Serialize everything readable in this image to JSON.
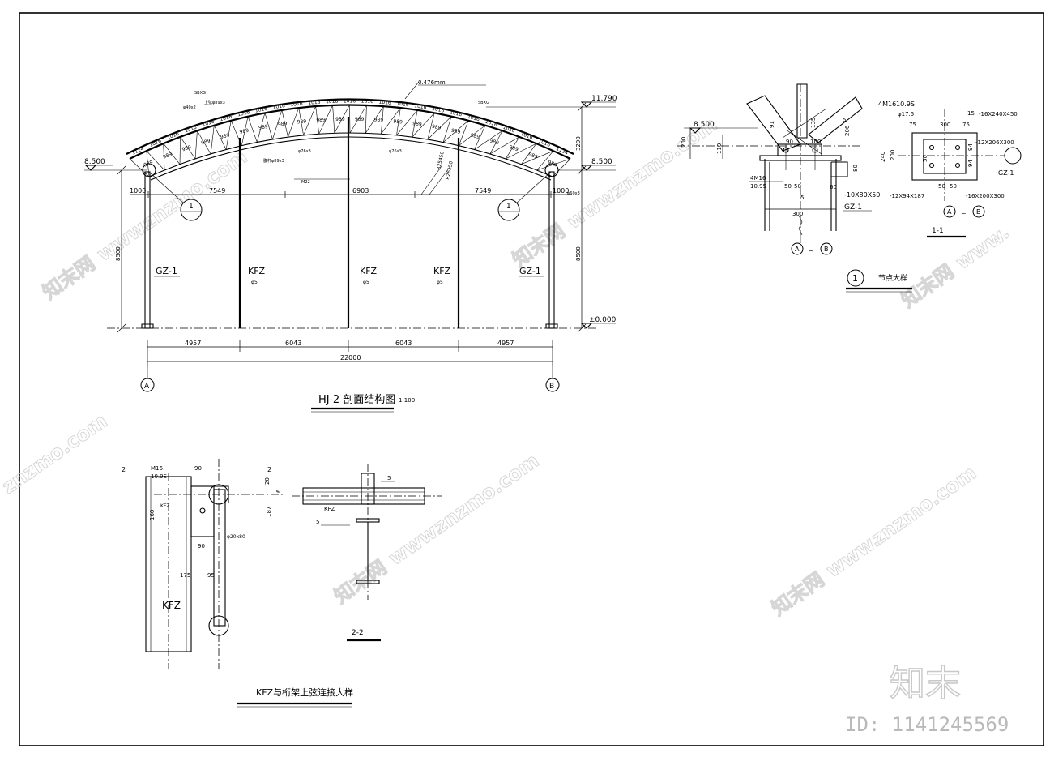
{
  "main_view": {
    "title": "HJ-2 剖面结构图",
    "scale": "1:100",
    "elev_top": "11.790",
    "elev_eave_left": "8.500",
    "elev_eave_right": "8.500",
    "elev_ground": "±0.000",
    "height_dim": "8500",
    "height_dim_right": "8500",
    "rise_dim": "3290",
    "sheeting_note": "0.476mm",
    "top_chord_panels_left": [
      "1124",
      "1016",
      "1016",
      "1016",
      "1016",
      "1016",
      "1016",
      "1016",
      "1016",
      "1016",
      "1016",
      "1016",
      "1016"
    ],
    "top_chord_panels_right": [
      "1016",
      "1016",
      "1016",
      "1016",
      "1016",
      "1016",
      "1016",
      "1016",
      "1016",
      "1016",
      "1016",
      "1124"
    ],
    "bottom_chord_panels_left": [
      "989",
      "989",
      "989",
      "989",
      "989",
      "989",
      "989",
      "989",
      "989",
      "989",
      "989"
    ],
    "bottom_chord_panels_right": [
      "989",
      "989",
      "989",
      "989",
      "989",
      "989",
      "989",
      "989",
      "989",
      "989",
      "989"
    ],
    "radius_labels": [
      "R25450",
      "R26150"
    ],
    "member_labels": [
      "上弦φ89x3",
      "φ40x2",
      "腹杆φ89x3",
      "φ76x3",
      "φ60x3",
      "M22",
      "SBXG",
      "SBXG"
    ],
    "truss_spans": [
      "1000",
      "7549",
      "6903",
      "7549",
      "1000"
    ],
    "bays": [
      "4957",
      "6043",
      "6043",
      "4957"
    ],
    "overall": "22000",
    "columns": [
      "GZ-1",
      "KFZ",
      "KFZ",
      "KFZ",
      "GZ-1"
    ],
    "column_notes": [
      "φ5",
      "φ5",
      "φ5"
    ],
    "axes": [
      "A",
      "B"
    ],
    "detail_refs": [
      "1",
      "1"
    ]
  },
  "node_detail": {
    "title": "节点大样",
    "index": "1",
    "elev": "8.500",
    "bolts": "4M16",
    "dims": [
      "200",
      "110",
      "90",
      "100",
      "5",
      "206",
      "10.95",
      "50",
      "50",
      "5",
      "300",
      "91",
      "135",
      "80",
      "60"
    ],
    "plate": "-10X80X50",
    "column": "GZ-1",
    "axes": [
      "A",
      "B"
    ],
    "range_sep": "~"
  },
  "section_11": {
    "title": "1-1",
    "bolts": "4M16",
    "bolt_grade": "10.9S",
    "hole": "φ17.5",
    "dims": [
      "75",
      "300",
      "75",
      "200",
      "240",
      "50",
      "50",
      "50",
      "50",
      "94",
      "94",
      "15"
    ],
    "plates": [
      "-16X240X450",
      "-12X206X300",
      "-12X94X187",
      "-16X200X300"
    ],
    "column": "GZ-1",
    "axes": [
      "A",
      "B"
    ],
    "range_sep": "~"
  },
  "kfz_detail": {
    "title": "KFZ与桁架上弦连接大样",
    "cut_mark": "2",
    "bolts": "M16",
    "bolt_spec": "10.9S",
    "dims": [
      "90",
      "160",
      "187",
      "90",
      "175",
      "95",
      "20",
      "6"
    ],
    "pin": "φ20x80",
    "column": "KFZ",
    "column_label": "KFZ"
  },
  "section_22": {
    "title": "2-2",
    "column": "KFZ",
    "weld": "5",
    "weld2": "5"
  },
  "watermark": {
    "site": "znzmo.com",
    "brand": "知末网",
    "www": "www.",
    "logo": "知末",
    "id": "ID: 1141245569"
  },
  "colors": {
    "line": "#000000",
    "watermark": "#d0d0d0",
    "background": "#ffffff"
  }
}
